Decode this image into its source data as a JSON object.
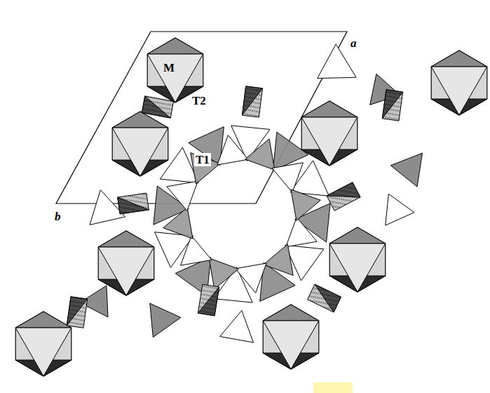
{
  "diagram": {
    "labels": [
      "M",
      "T2",
      "T1",
      "a",
      "b"
    ]
  }
}
